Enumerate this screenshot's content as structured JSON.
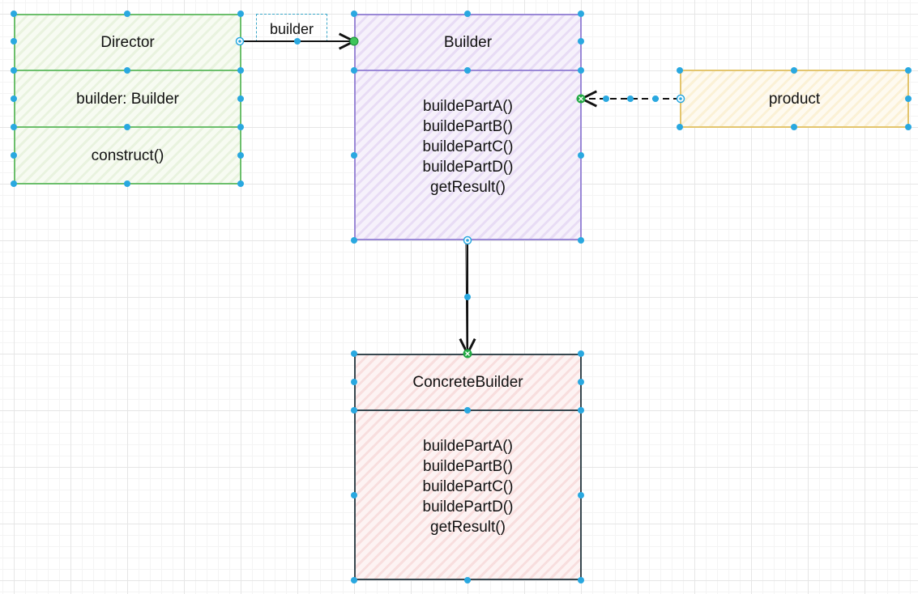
{
  "director": {
    "title": "Director",
    "field": "builder:  Builder",
    "method": "construct()"
  },
  "builder": {
    "title": "Builder",
    "methods": "buildePartA()\nbuildePartB()\nbuildePartC()\nbuildePartD()\ngetResult()"
  },
  "product": {
    "title": "product"
  },
  "concrete_builder": {
    "title": "ConcreteBuilder",
    "methods": "buildePartA()\nbuildePartB()\nbuildePartC()\nbuildePartD()\ngetResult()"
  },
  "edges": {
    "director_to_builder_label": "builder"
  },
  "colors": {
    "director": "#6cbf6c",
    "builder": "#9a88d6",
    "product": "#e3c56e",
    "concrete_builder": "#37474f",
    "handle": "#29a8e0",
    "connection": "#22aa44"
  }
}
